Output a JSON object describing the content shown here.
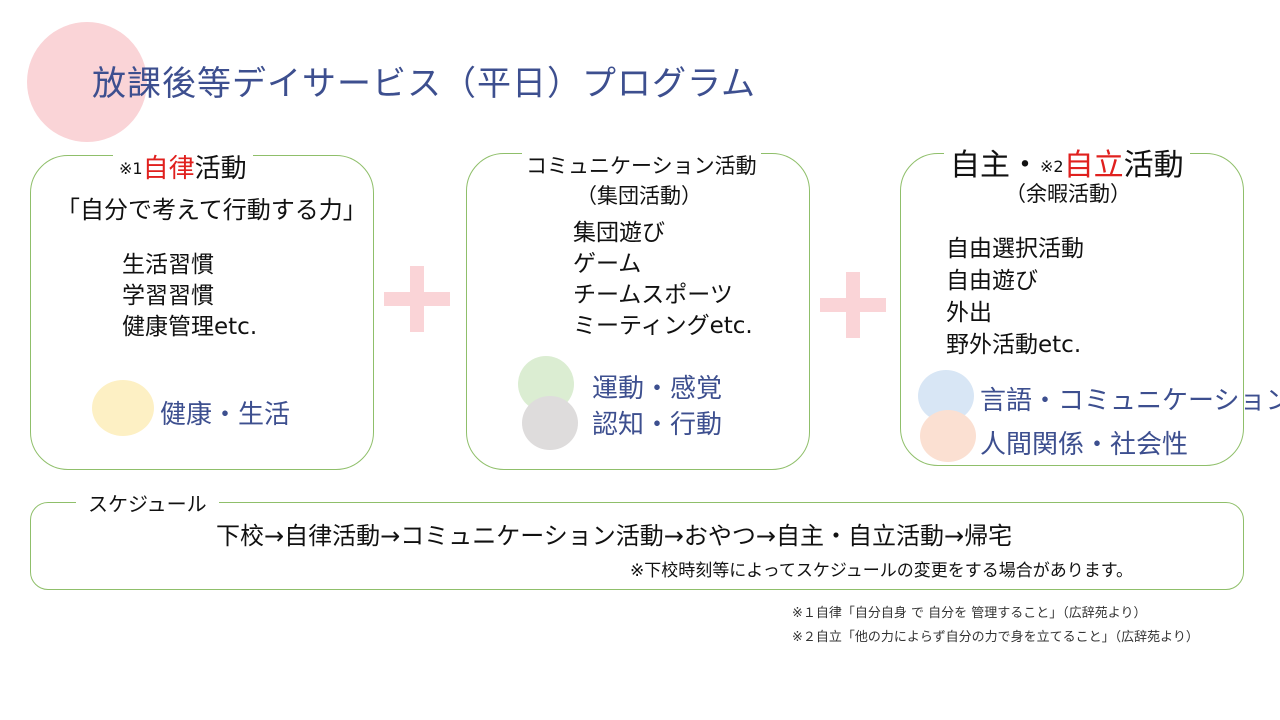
{
  "page": {
    "title": "放課後等デイサービス（平日）プログラム"
  },
  "colors": {
    "title": "#3d4f8f",
    "accent_red": "#e0201e",
    "border_green": "#8fbf6a",
    "plus_pink": "#fad4d7",
    "circle_pink": "#fad4d7",
    "circle_yellow": "#fdf0c4",
    "circle_green": "#dbedd2",
    "circle_gray": "#dedcdc",
    "circle_blue": "#d8e6f5",
    "circle_orange": "#fbe0d2"
  },
  "card1": {
    "note_mark": "※1",
    "title_red": "自律",
    "title_rest": "活動",
    "subtitle": "「自分で考えて行動する力」",
    "items": [
      "生活習慣",
      "学習習慣",
      "健康管理etc."
    ],
    "tags": [
      "健康・生活"
    ]
  },
  "card2": {
    "title": "コミュニケーション活動",
    "subtitle": "（集団活動）",
    "items": [
      "集団遊び",
      "ゲーム",
      "チームスポーツ",
      "ミーティングetc."
    ],
    "tags": [
      "運動・感覚",
      "認知・行動"
    ]
  },
  "card3": {
    "title_pre": "自主・",
    "note_mark": "※2",
    "title_red": "自立",
    "title_rest": "活動",
    "subtitle": "（余暇活動）",
    "items": [
      "自由選択活動",
      "自由遊び",
      "外出",
      "野外活動etc."
    ],
    "tags": [
      "言語・コミュニケーション",
      "人間関係・社会性"
    ]
  },
  "schedule": {
    "label": "スケジュール",
    "flow": "下校→自律活動→コミュニケーション活動→おやつ→自主・自立活動→帰宅",
    "note": "※下校時刻等によってスケジュールの変更をする場合があります。"
  },
  "footnotes": [
    "※１自律「自分自身 で 自分を 管理すること」（広辞苑より）",
    "※２自立「他の力によらず自分の力で身を立てること」（広辞苑より）"
  ]
}
